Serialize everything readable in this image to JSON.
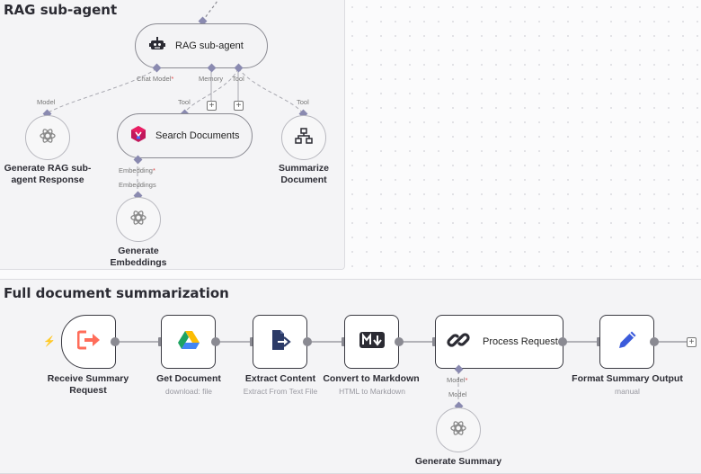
{
  "stickies": {
    "rag_title": "RAG sub-agent",
    "summary_title": "Full document summarization"
  },
  "rag": {
    "agent": {
      "label": "RAG sub-agent",
      "icon": "robot-icon"
    },
    "ports": {
      "chat_model": "Chat Model",
      "memory": "Memory",
      "tool": "Tool",
      "required_mark": "*"
    },
    "model_label": "Model",
    "tool_label_1": "Tool",
    "tool_label_2": "Tool",
    "response_model": {
      "name": "Generate RAG sub-agent Response",
      "icon": "openai-icon"
    },
    "search": {
      "label": "Search Documents",
      "icon": "vector-store-icon",
      "port": "Embedding",
      "embeddings_label": "Embeddings"
    },
    "summarize_doc": {
      "name": "Summarize Document",
      "icon": "workflow-icon"
    },
    "embeddings": {
      "name": "Generate Embeddings",
      "icon": "openai-icon"
    }
  },
  "flow": {
    "trigger_icon": "lightning-icon",
    "nodes": [
      {
        "name": "Receive Summary Request",
        "sub": "",
        "icon": "exit-arrow-icon"
      },
      {
        "name": "Get Document",
        "sub": "download: file",
        "icon": "google-drive-icon"
      },
      {
        "name": "Extract Content",
        "sub": "Extract From Text File",
        "icon": "file-export-icon"
      },
      {
        "name": "Convert to Markdown",
        "sub": "HTML to Markdown",
        "icon": "markdown-icon"
      },
      {
        "name": "Process Request",
        "sub": "",
        "icon": "link-icon"
      },
      {
        "name": "Format Summary Output",
        "sub": "manual",
        "icon": "pen-icon"
      }
    ],
    "model_port": "Model",
    "model_label": "Model",
    "summary_model": {
      "name": "Generate Summary",
      "icon": "openai-icon"
    }
  },
  "colors": {
    "accent": "#ff6d5a",
    "port": "#8a8ab0",
    "drive_green": "#1ea362",
    "drive_yellow": "#fbbc04",
    "drive_blue": "#4285f4",
    "pen_blue": "#3b5bdb"
  }
}
